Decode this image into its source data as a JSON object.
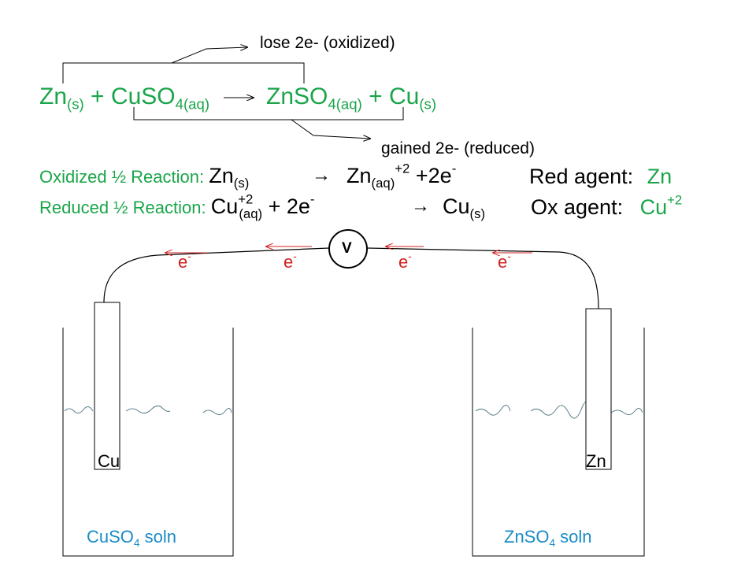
{
  "colors": {
    "green": "#1aa54a",
    "red": "#d21f1f",
    "blue": "#1a8cc6",
    "water": "#5a7f8a"
  },
  "annotations": {
    "lose": "lose 2e- (oxidized)",
    "gain": "gained 2e- (reduced)"
  },
  "equation": {
    "zn": "Zn",
    "zn_state": "(s)",
    "plus1": " + ",
    "cuso4": "CuSO",
    "cuso4_sub": "4(aq)",
    "znso4": "ZnSO",
    "znso4_sub": "4(aq)",
    "plus2": " + ",
    "cu": "Cu",
    "cu_state": "(s)"
  },
  "oxidation": {
    "label": "Oxidized ½ Reaction: ",
    "zn": "Zn",
    "zn_state": "(s)",
    "arrow": "→",
    "zn2": "Zn",
    "zn2_state": "(aq)",
    "zn2_charge": "+2",
    "electrons": " +2e",
    "electron_charge": "-",
    "agent_label": "Red agent:",
    "agent_value": "Zn"
  },
  "reduction": {
    "label": "Reduced ½ Reaction: ",
    "cu": "Cu",
    "cu_charge": "+2",
    "cu_state": "(aq)",
    "electrons": " + 2e",
    "electron_charge": "-",
    "arrow": "→",
    "cu2": "Cu",
    "cu2_state": "(s)",
    "agent_label": "Ox agent:",
    "agent_value": "Cu",
    "agent_charge": "+2"
  },
  "voltmeter": {
    "label": "V"
  },
  "electron": {
    "symbol": "e",
    "charge": "-"
  },
  "electrodes": {
    "left": "Cu",
    "right": "Zn"
  },
  "solutions": {
    "left": "CuSO",
    "left_sub": "4",
    "left_suffix": " soln",
    "right": "ZnSO",
    "right_sub": "4",
    "right_suffix": " soln"
  }
}
